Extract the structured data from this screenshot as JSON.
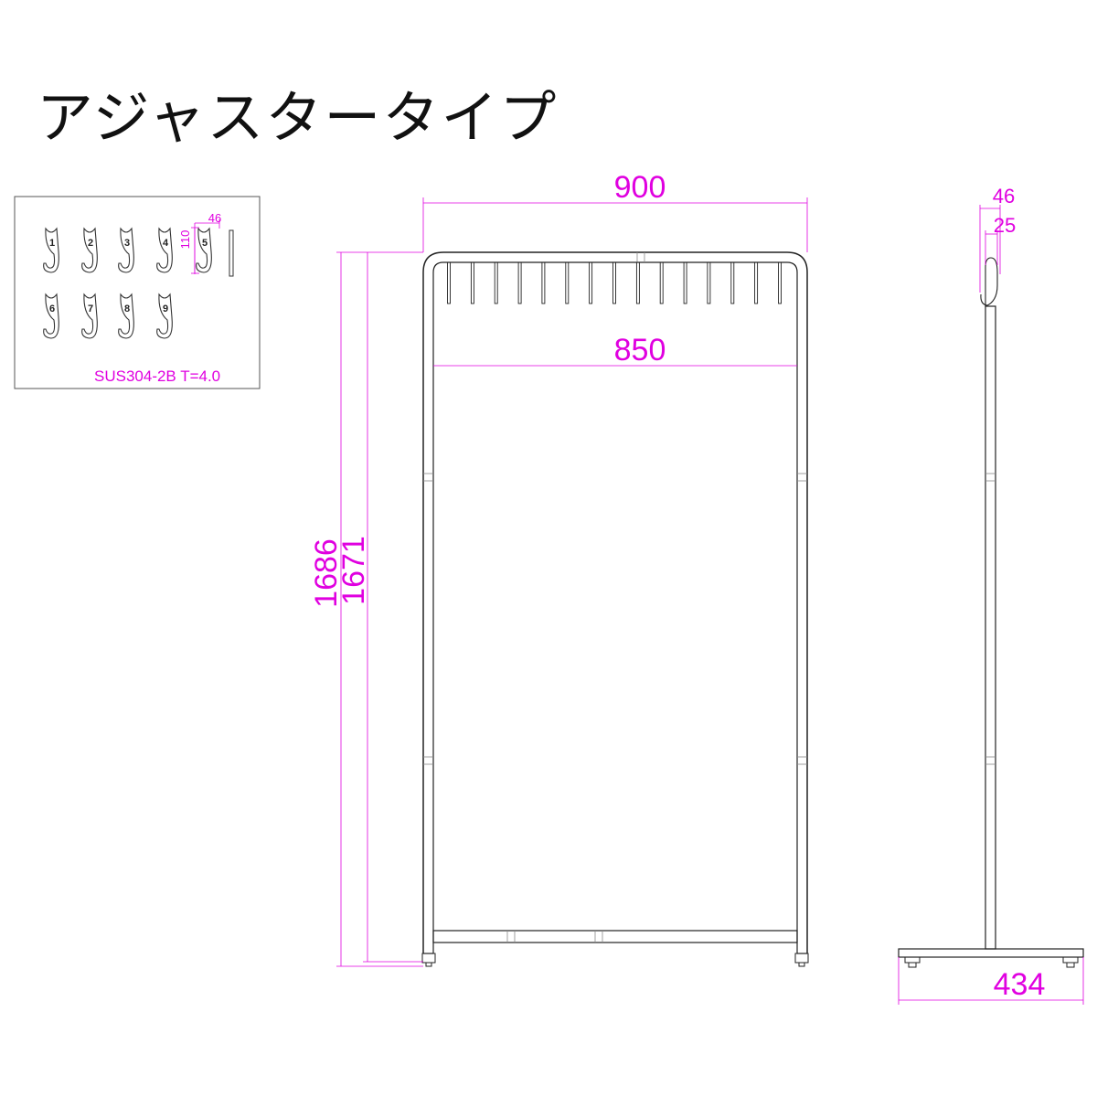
{
  "title": "アジャスタータイプ",
  "hook_panel": {
    "hook_numbers": [
      "1",
      "2",
      "3",
      "4",
      "5",
      "6",
      "7",
      "8",
      "9"
    ],
    "dim_width": "46",
    "dim_height": "110",
    "material": "SUS304-2B T=4.0"
  },
  "front_view": {
    "dim_outer_width": "900",
    "dim_inner_width": "850",
    "dim_total_height": "1686",
    "dim_frame_height": "1671",
    "hook_count": 15
  },
  "side_view": {
    "dim_hook_depth": "46",
    "dim_inner": "25",
    "dim_base_depth": "434"
  },
  "colors": {
    "dimension": "#e000e0",
    "line": "#222222"
  }
}
